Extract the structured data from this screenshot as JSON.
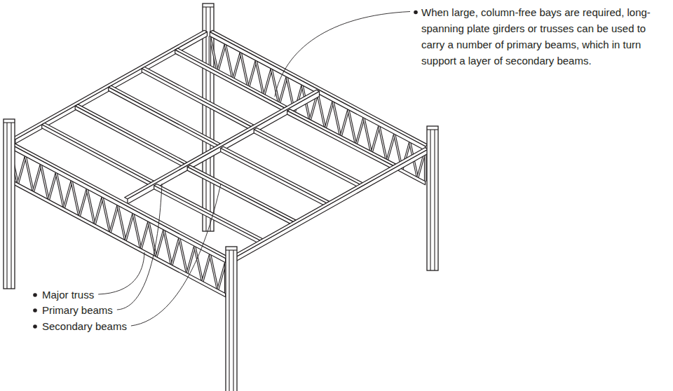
{
  "diagram": {
    "labels": [
      "When large, column-free bays are required, long-spanning plate girders or trusses can be used to carry a number of primary beams, which in turn support a layer of secondary beams.",
      "Major truss",
      "Primary beams",
      "Secondary beams"
    ]
  }
}
